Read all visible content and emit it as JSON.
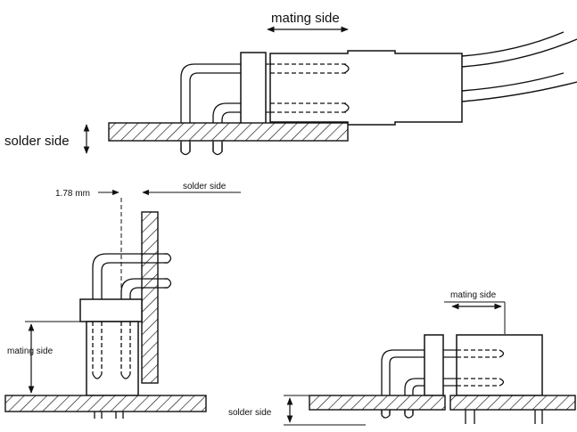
{
  "labels": {
    "top_mating_side": "mating side",
    "top_solder_side": "solder side",
    "vertical_dimension": "1.78 mm",
    "vertical_solder_side": "solder side",
    "vertical_mating_side": "mating side",
    "right_mating_side": "mating side",
    "right_solder_side": "solder side"
  }
}
